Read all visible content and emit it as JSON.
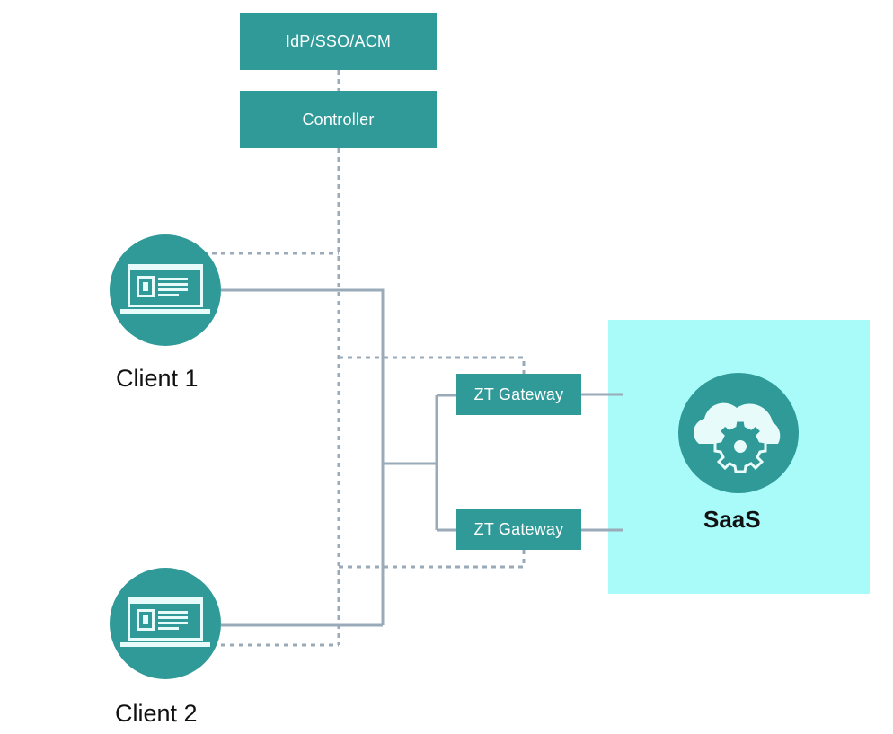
{
  "colors": {
    "teal": "#2f9a98",
    "saas_background": "#a8fbf8",
    "connector": "#9aaab8",
    "icon_fill": "#e8fbfb"
  },
  "nodes": {
    "idp_label": "IdP/SSO/ACM",
    "controller_label": "Controller",
    "gateway_top_label": "ZT Gateway",
    "gateway_bottom_label": "ZT Gateway",
    "client1_label": "Client 1",
    "client2_label": "Client 2",
    "saas_label": "SaaS"
  },
  "icons": {
    "client1": "laptop-icon",
    "client2": "laptop-icon",
    "saas": "cloud-gear-icon"
  },
  "connections": [
    {
      "from": "IdP/SSO/ACM",
      "to": "Controller",
      "style": "dashed"
    },
    {
      "from": "Controller",
      "to": "Client 1",
      "style": "dashed"
    },
    {
      "from": "Controller",
      "to": "Client 2",
      "style": "dashed"
    },
    {
      "from": "Controller",
      "to": "ZT Gateway (top)",
      "style": "dashed"
    },
    {
      "from": "Controller",
      "to": "ZT Gateway (bottom)",
      "style": "dashed"
    },
    {
      "from": "Client 1",
      "to": "ZT Gateway (top)",
      "style": "solid"
    },
    {
      "from": "Client 1",
      "to": "ZT Gateway (bottom)",
      "style": "solid"
    },
    {
      "from": "Client 2",
      "to": "ZT Gateway (top)",
      "style": "solid"
    },
    {
      "from": "Client 2",
      "to": "ZT Gateway (bottom)",
      "style": "solid"
    },
    {
      "from": "ZT Gateway (top)",
      "to": "SaaS",
      "style": "solid"
    },
    {
      "from": "ZT Gateway (bottom)",
      "to": "SaaS",
      "style": "solid"
    }
  ]
}
